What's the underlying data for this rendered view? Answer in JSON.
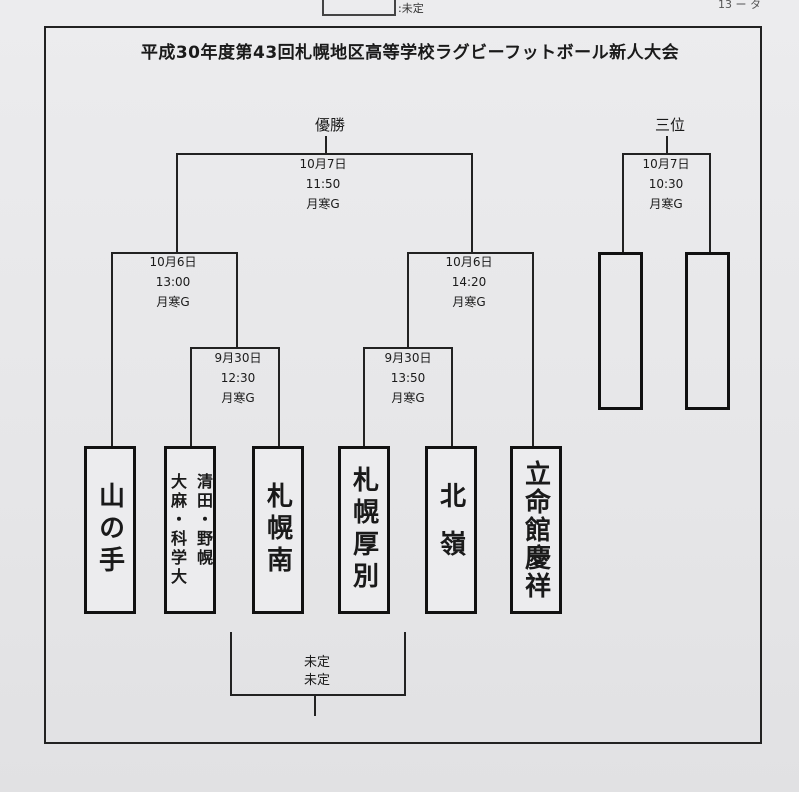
{
  "top_fragment": {
    "text": ":未定",
    "right_text": "13 ー タ"
  },
  "title": "平成30年度第43回札幌地区高等学校ラグビーフットボール新人大会",
  "champion_label": "優勝",
  "third_place_label": "三位",
  "final": {
    "date": "10月7日",
    "time": "11:50",
    "venue": "月寒G"
  },
  "third_place_match": {
    "date": "10月7日",
    "time": "10:30",
    "venue": "月寒G"
  },
  "semi_left": {
    "date": "10月6日",
    "time": "13:00",
    "venue": "月寒G"
  },
  "semi_right": {
    "date": "10月6日",
    "time": "14:20",
    "venue": "月寒G"
  },
  "qf_left": {
    "date": "9月30日",
    "time": "12:30",
    "venue": "月寒G"
  },
  "qf_right": {
    "date": "9月30日",
    "time": "13:50",
    "venue": "月寒G"
  },
  "teams": {
    "t1": "山の手",
    "t2_right": "清田・野幌",
    "t2_left": "大麻・科学大",
    "t3": "札幌南",
    "t4": "札幌厚別",
    "t5": "北嶺",
    "t6": "立命館慶祥"
  },
  "pending": {
    "line1": "未定",
    "line2": "未定"
  }
}
